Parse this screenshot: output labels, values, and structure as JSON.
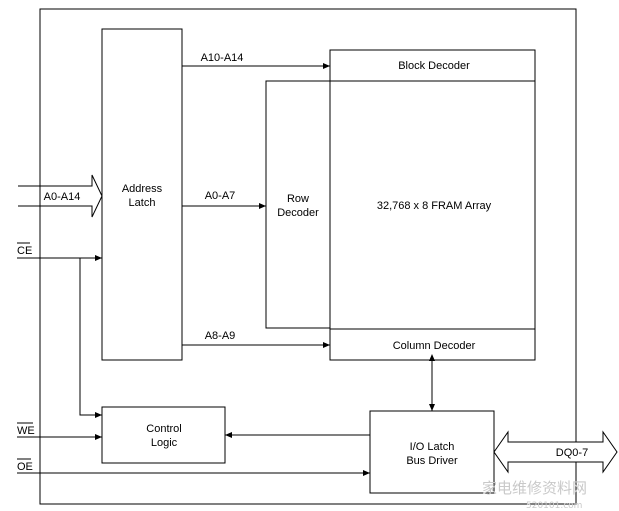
{
  "blocks": {
    "address_latch": [
      "Address",
      "Latch"
    ],
    "row_decoder": [
      "Row",
      "Decoder"
    ],
    "block_decoder": "Block Decoder",
    "fram_array": "32,768 x 8 FRAM Array",
    "column_decoder": "Column Decoder",
    "control_logic": [
      "Control",
      "Logic"
    ],
    "io_latch": [
      "I/O Latch",
      "Bus Driver"
    ]
  },
  "signals": {
    "a0_a14": "A0-A14",
    "a10_a14": "A10-A14",
    "a0_a7": "A0-A7",
    "a8_a9": "A8-A9",
    "ce": "CE",
    "we": "WE",
    "oe": "OE",
    "dq": "DQ0-7"
  },
  "watermark": {
    "text": "家电维修资料网",
    "url": "520101.com"
  }
}
